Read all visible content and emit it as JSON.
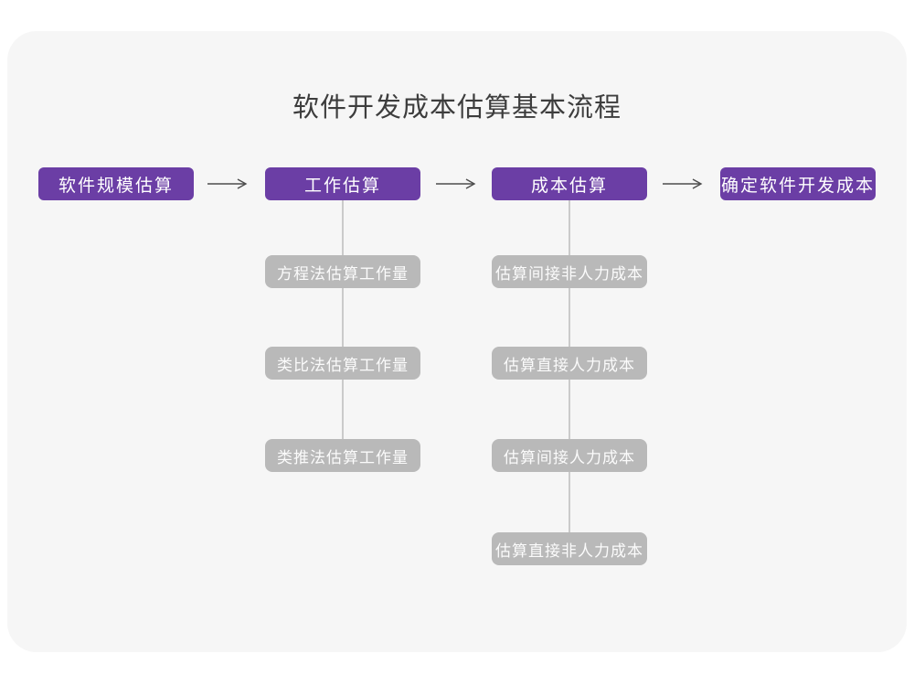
{
  "title": "软件开发成本估算基本流程",
  "colors": {
    "primary_node": "#6b3ea5",
    "secondary_node": "#b9b9b9",
    "card_background": "#f6f6f6",
    "connector_line": "#cbcbcb",
    "arrow": "#4d4d4d",
    "title_text": "#3d3d3d",
    "node_text": "#ffffff"
  },
  "flow": {
    "main_steps": [
      {
        "label": "软件规模估算"
      },
      {
        "label": "工作估算"
      },
      {
        "label": "成本估算"
      },
      {
        "label": "确定软件开发成本"
      }
    ],
    "work_substeps": [
      "方程法估算工作量",
      "类比法估算工作量",
      "类推法估算工作量"
    ],
    "cost_substeps": [
      "估算间接非人力成本",
      "估算直接人力成本",
      "估算间接人力成本",
      "估算直接非人力成本"
    ]
  }
}
